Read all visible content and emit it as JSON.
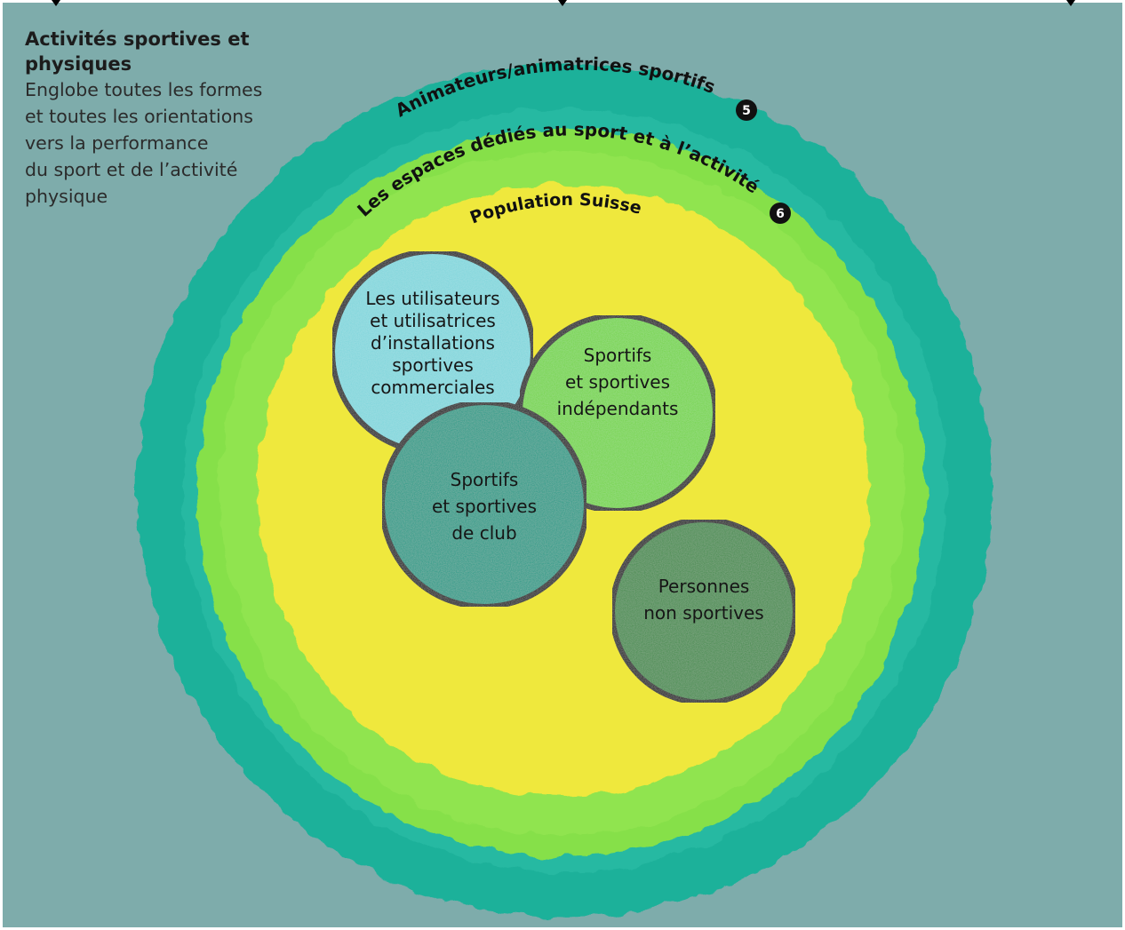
{
  "intro": {
    "title": "Activités sportives et physiques",
    "description": "Englobe toutes les formes\net toutes les orientations\nvers la performance\ndu sport et de l’activité\nphysique"
  },
  "rings": {
    "outer": {
      "label": "Animateurs/animatrices sportifs",
      "badge": "5",
      "color": "#1fb19a"
    },
    "middle": {
      "label": "Les espaces dédiés au sport et à l’activité",
      "badge": "6",
      "color": "#86e04a"
    },
    "inner": {
      "label": "Population Suisse",
      "color": "#efe83c"
    }
  },
  "groups": [
    {
      "key": "commercial",
      "lines": [
        "Les utilisateurs",
        "et utilisatrices",
        "d’installations",
        "sportives",
        "commerciales"
      ],
      "color": "#7ed6dc"
    },
    {
      "key": "independent",
      "lines": [
        "Sportifs",
        "et sportives",
        "indépendants"
      ],
      "color": "#73d446"
    },
    {
      "key": "club",
      "lines": [
        "Sportifs",
        "et sportives",
        "de club"
      ],
      "color": "#1a9a86"
    },
    {
      "key": "non-sport",
      "lines": [
        "Personnes",
        "non sportives"
      ],
      "color": "#3f8a48"
    }
  ],
  "colors": {
    "background": "#7eacab",
    "outline": "#0b0b0b"
  }
}
